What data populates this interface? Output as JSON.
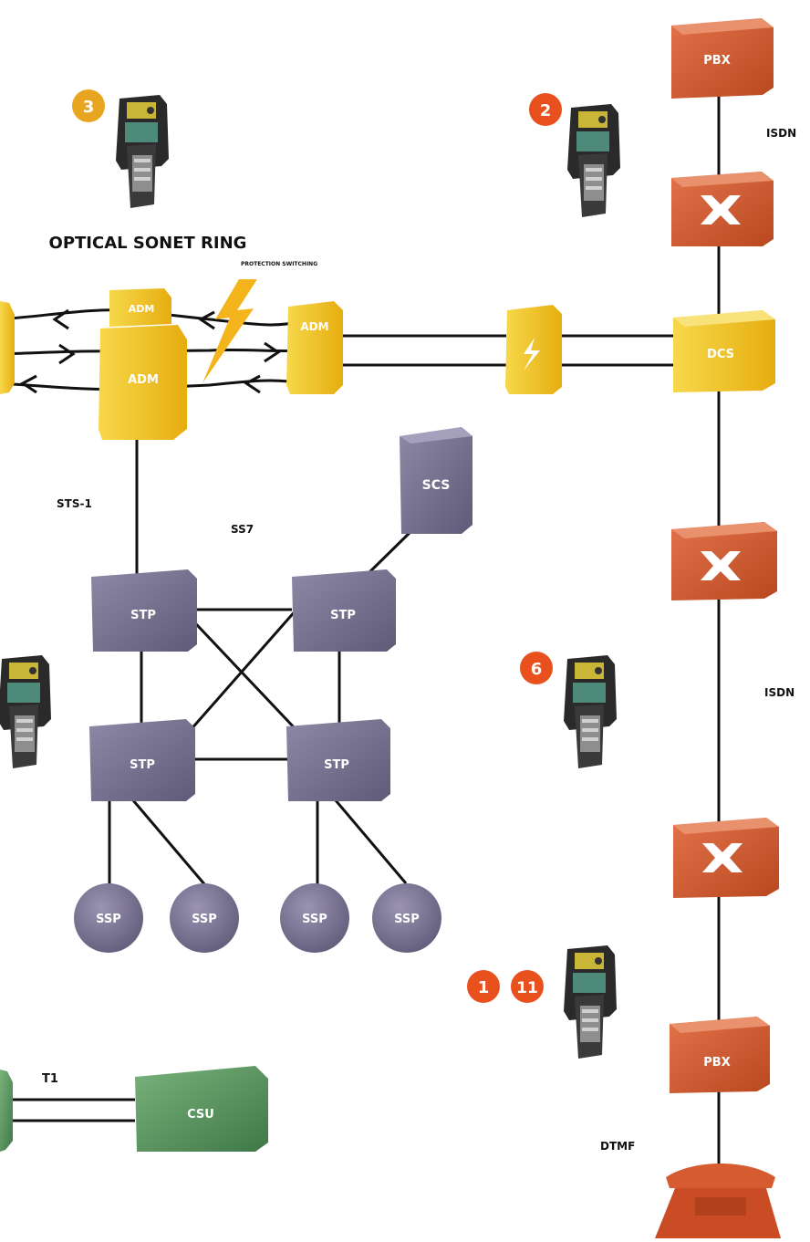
{
  "title": "OPTICAL SONET RING",
  "small_label": "PROTECTION SWITCHING",
  "labels": {
    "isdn_top": "ISDN",
    "isdn_mid": "ISDN",
    "sts1": "STS-1",
    "ss7": "SS7",
    "t1": "T1",
    "dtmf": "DTMF"
  },
  "nodes": {
    "pbx_top": "PBX",
    "pbx_bottom": "PBX",
    "dcs": "DCS",
    "adm_left_top": "ADM",
    "adm_left_bottom": "ADM",
    "adm_right": "ADM",
    "scs": "SCS",
    "stp_tl": "STP",
    "stp_tr": "STP",
    "stp_bl": "STP",
    "stp_br": "STP",
    "ssp_1": "SSP",
    "ssp_2": "SSP",
    "ssp_3": "SSP",
    "ssp_4": "SSP",
    "csu": "CSU"
  },
  "badges": {
    "b3": "3",
    "b2": "2",
    "b6": "6",
    "b1": "1",
    "b11": "11"
  },
  "colors": {
    "yellow": "#f2c21a",
    "orange_red": "#d85a2e",
    "purple": "#7d7896",
    "green": "#5e9862",
    "badge_orange": "#e8a51f",
    "badge_red": "#e8501e"
  },
  "icons": {
    "switch": "cross-switch-icon",
    "regenerator": "lightning-icon",
    "tester": "handheld-tester-icon",
    "phone": "telephone-icon"
  }
}
